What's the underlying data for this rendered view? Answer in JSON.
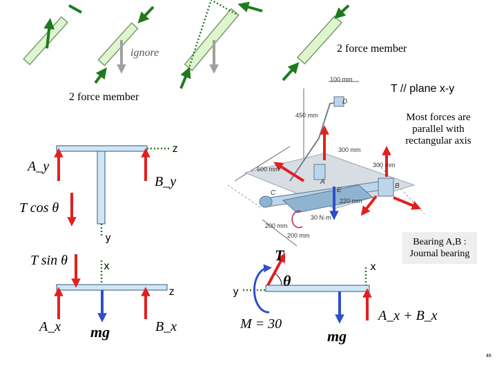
{
  "labels": {
    "ignore": "ignore",
    "two_force_member_top": "2 force member",
    "two_force_member_left": "2 force member",
    "t_parallel_plane": "T // plane x-y",
    "most_forces": "Most forces are parallel with rectangular axis",
    "bearing_note": "Bearing A,B : Journal bearing",
    "page_number": "46"
  },
  "beam_yz": {
    "axis_z": "z",
    "axis_y": "y",
    "force_ay": "A_y",
    "force_by": "B_y",
    "force_tcos": "T cos θ"
  },
  "beam_xz": {
    "axis_x": "x",
    "axis_z": "z",
    "force_tsin": "T sin θ",
    "force_ax": "A_x",
    "force_bx": "B_x",
    "weight": "mg"
  },
  "beam_xy": {
    "axis_x": "x",
    "axis_y": "y",
    "tension": "T",
    "angle": "θ",
    "moment": "M = 30",
    "weight": "mg",
    "force_sum": "A_x + B_x"
  },
  "figure": {
    "dim_100": "100 mm",
    "dim_450": "450 mm",
    "dim_300a": "300 mm",
    "dim_300b": "300 mm",
    "dim_600": "600 mm",
    "dim_220": "220 mm",
    "dim_200a": "200 mm",
    "dim_200b": "200 mm",
    "point_d": "D",
    "point_a": "A",
    "point_b": "B",
    "point_c": "C",
    "point_e": "E",
    "moment_label": "30 N·m"
  },
  "colors": {
    "red_force": "#e02020",
    "blue_force": "#2f4fc8",
    "green_force": "#1f7a1f",
    "gray_force": "#a0a0a0",
    "member_fill": "#dff5d0",
    "member_stroke": "#7a9a6a",
    "beam_fill": "#cfe6f7",
    "beam_stroke": "#335577"
  }
}
